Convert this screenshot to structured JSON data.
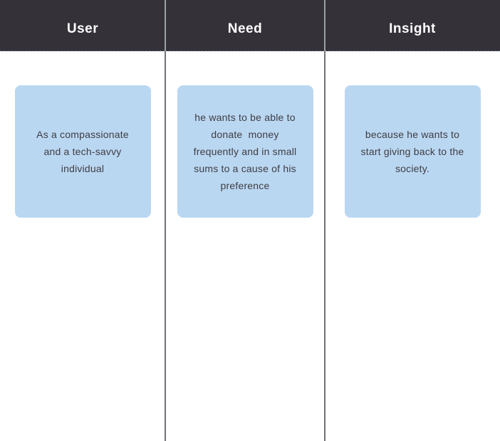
{
  "table": {
    "columns": [
      {
        "header": "User",
        "card": "As a compassionate\nand a tech-savvy\nindividual"
      },
      {
        "header": "Need",
        "card": "he wants to be able to\ndonate  money\nfrequently and in small\nsums to a cause of his\npreference"
      },
      {
        "header": "Insight",
        "card": "because he wants to\nstart giving back to the\nsociety."
      }
    ]
  },
  "colors": {
    "header_bg": "#343138",
    "header_text": "#ffffff",
    "header_dash": "#4b5866",
    "card_bg": "#bad7f2",
    "card_text": "#3e3d42",
    "divider_header": "#9aa1a9",
    "divider_body": "#717177"
  }
}
